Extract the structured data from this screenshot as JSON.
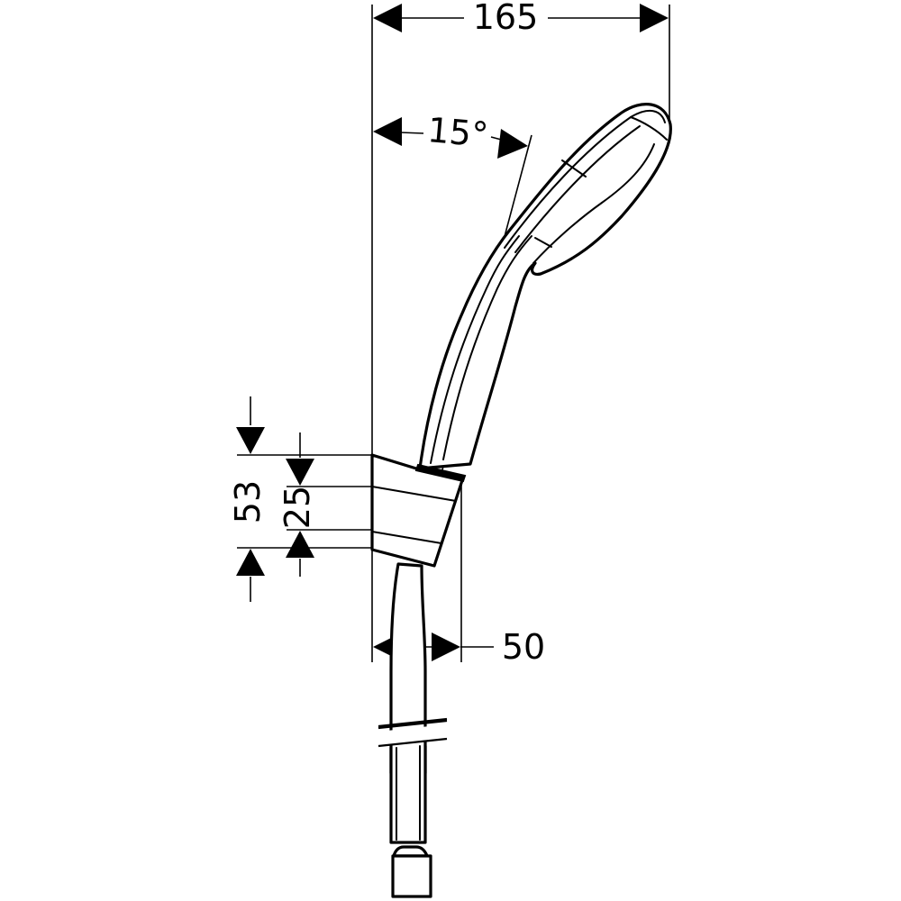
{
  "dimensions": {
    "overall_width": "165",
    "spray_angle": "15°",
    "holder_height": "53",
    "holder_inner_height": "25",
    "holder_depth": "50"
  }
}
